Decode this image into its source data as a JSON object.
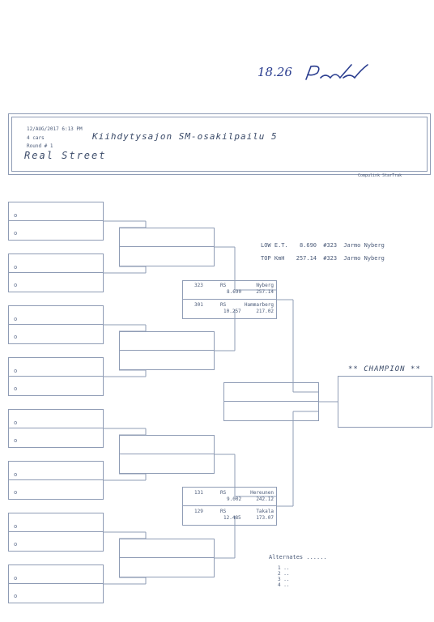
{
  "handwritten_note": {
    "number": "18.26"
  },
  "header": {
    "date_time": "12/AUG/2017   6:13 PM",
    "cars": "4 cars",
    "round": "Round # 1",
    "title": "Kiihdytysajon SM-osakilpailu 5",
    "class": "Real  Street",
    "vendor": "Compulink  StarTrak"
  },
  "records": {
    "low_et": {
      "label": "LOW E.T.",
      "value": "8.690",
      "car": "#323",
      "driver": "Jarmo Nyberg"
    },
    "top_kmh": {
      "label": "TOP KmH",
      "value": "257.14",
      "car": "#323",
      "driver": "Jarmo Nyberg"
    }
  },
  "round1_slot_marker": "o",
  "semifinal_top": [
    {
      "num": "323",
      "cls": "RS",
      "name": "Nyberg",
      "et": "8.690",
      "speed": "257.14"
    },
    {
      "num": "301",
      "cls": "RS",
      "name": "Hammarberg",
      "et": "10.257",
      "speed": "217.02"
    }
  ],
  "semifinal_bottom": [
    {
      "num": "131",
      "cls": "RS",
      "name": "Hereunen",
      "et": "9.002",
      "speed": "242.12"
    },
    {
      "num": "129",
      "cls": "RS",
      "name": "Takala",
      "et": "12.485",
      "speed": "173.07"
    }
  ],
  "champion_label": "** CHAMPION **",
  "alternates": {
    "title": "Alternates ......",
    "items": [
      "1 ..",
      "2 ..",
      "3 ..",
      "4 .."
    ]
  }
}
